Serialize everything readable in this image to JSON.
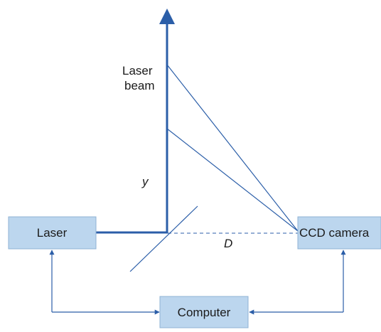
{
  "diagram": {
    "beam_label_line1": "Laser",
    "beam_label_line2": "beam",
    "y_label": "y",
    "d_label": "D",
    "laser_box_label": "Laser",
    "camera_box_label": "CCD camera",
    "computer_box_label": "Computer"
  },
  "colors": {
    "line": "#2b5ea8",
    "box_fill": "#bcd6ee",
    "box_stroke": "#8fb3d4",
    "text": "#1a1a1a"
  }
}
